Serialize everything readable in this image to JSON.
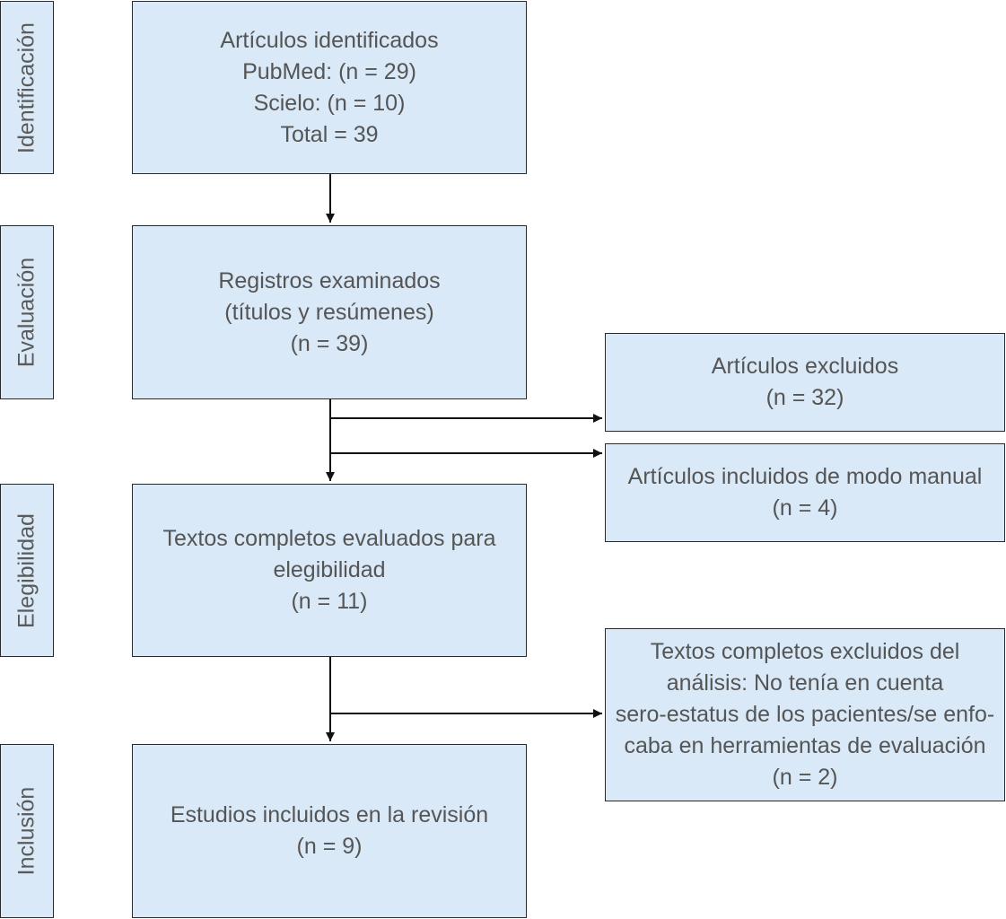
{
  "stages": {
    "identificacion": "Identificación",
    "evaluacion": "Evaluación",
    "elegibilidad": "Elegibilidad",
    "inclusion": "Inclusión"
  },
  "boxes": {
    "identified": [
      "Artículos identificados",
      "PubMed: (n = 29)",
      "Scielo: (n = 10)",
      "Total = 39"
    ],
    "screened": [
      "Registros examinados",
      "(títulos y resúmenes)",
      "(n = 39)"
    ],
    "excluded": [
      "Artículos excluidos",
      "(n = 32)"
    ],
    "manual": [
      "Artículos incluidos de modo manual",
      "(n = 4)"
    ],
    "eligibility": [
      "Textos completos evaluados para",
      "elegibilidad",
      "(n = 11)"
    ],
    "fulltext_excluded": [
      "Textos completos excluidos del",
      "análisis: No tenía en cuenta",
      "sero-estatus de los pacientes/se enfo-",
      "caba en herramientas de evaluación",
      "(n = 2)"
    ],
    "included": [
      "Estudios incluidos en la revisión",
      "(n = 9)"
    ]
  }
}
